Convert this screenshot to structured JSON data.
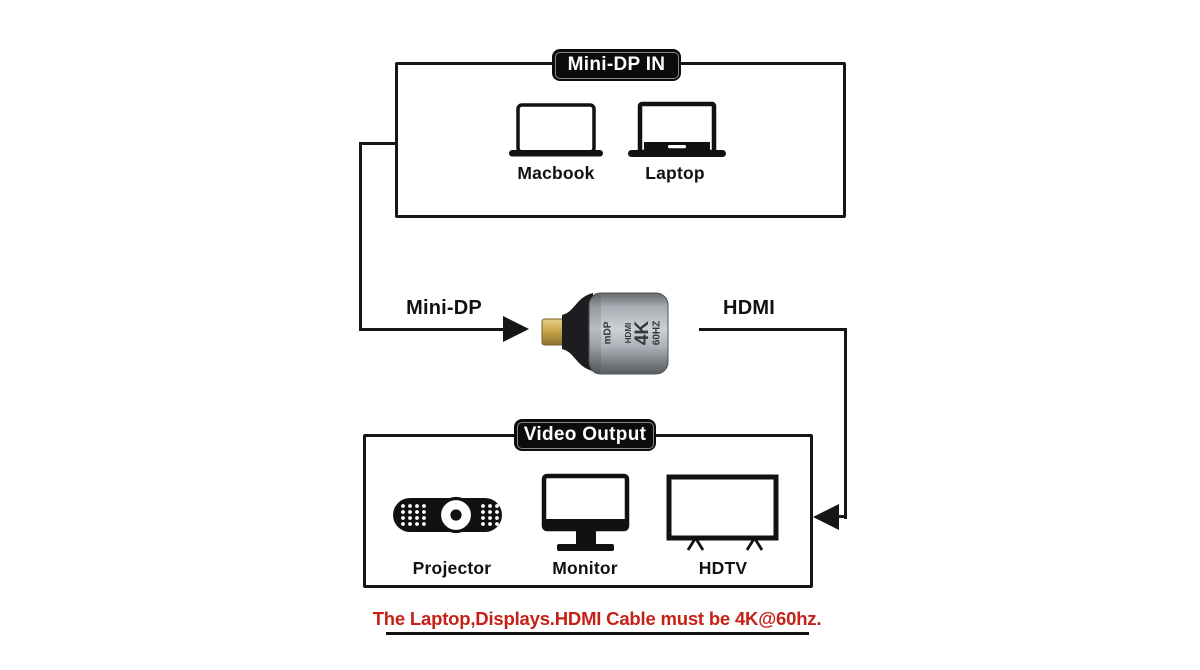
{
  "input_section": {
    "badge_label": "Mini-DP IN",
    "devices": [
      {
        "name": "macbook",
        "label": "Macbook"
      },
      {
        "name": "laptop",
        "label": "Laptop"
      }
    ]
  },
  "connections": {
    "input_label": "Mini-DP",
    "output_label": "HDMI"
  },
  "adapter": {
    "print_left": "mDP",
    "print_line1": "HDMI",
    "print_line2": "4K",
    "print_line3": "60HZ"
  },
  "output_section": {
    "badge_label": "Video Output",
    "devices": [
      {
        "name": "projector",
        "label": "Projector"
      },
      {
        "name": "monitor",
        "label": "Monitor"
      },
      {
        "name": "hdtv",
        "label": "HDTV"
      }
    ]
  },
  "footnote": {
    "text": "The Laptop,Displays.HDMI Cable must be 4K@60hz.",
    "color": "#c62117"
  },
  "colors": {
    "line": "#161616",
    "badge_bg": "#0c0c0c",
    "badge_text": "#ffffff",
    "adapter_gold": "#c9a74b",
    "adapter_body": "#b4b8be",
    "adapter_neck": "#1d1d1f"
  }
}
